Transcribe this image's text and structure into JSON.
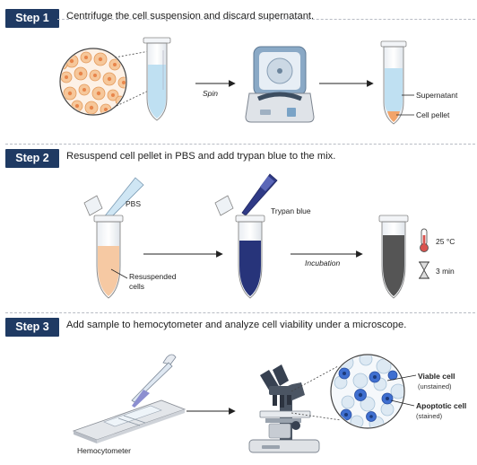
{
  "steps": [
    {
      "badge": "Step 1",
      "description": "Centrifuge the cell suspension and discard supernatant."
    },
    {
      "badge": "Step 2",
      "description": "Resuspend cell pellet in PBS and add trypan blue to the mix."
    },
    {
      "badge": "Step 3",
      "description": "Add sample to hemocytometer and analyze cell viability under a microscope."
    }
  ],
  "step1": {
    "spin_label": "Spin",
    "supernatant_label": "Supernatant",
    "cell_pellet_label": "Cell pellet"
  },
  "step2": {
    "pbs_label": "PBS",
    "resuspended_label_line1": "Resuspended",
    "resuspended_label_line2": "cells",
    "trypan_label": "Trypan blue",
    "incubation_label": "Incubation",
    "temperature_label": "25 °C",
    "time_label": "3 min"
  },
  "step3": {
    "hemocytometer_label": "Hemocytometer",
    "viable_label": "Viable cell",
    "viable_sub": "(unstained)",
    "apoptotic_label": "Apoptotic cell",
    "apoptotic_sub": "(stained)"
  },
  "colors": {
    "badge": "#1f3a63",
    "tube_liquid": "#bfe0f2",
    "pellet": "#f2b98a",
    "trypan": "#27347a",
    "dead_cell": "#3f6fd0"
  }
}
